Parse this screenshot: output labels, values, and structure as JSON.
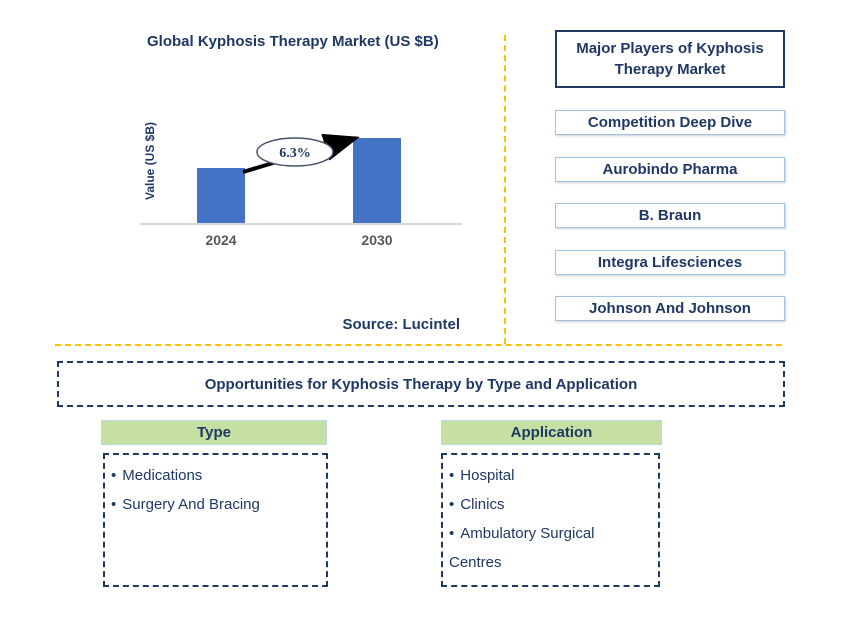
{
  "chart": {
    "title": "Global Kyphosis Therapy Market (US $B)",
    "y_axis_label": "Value (US $B)",
    "growth_label": "6.3%",
    "source": "Source: Lucintel"
  },
  "chart_data": {
    "type": "bar",
    "title": "Global Kyphosis Therapy Market (US $B)",
    "categories": [
      "2024",
      "2030"
    ],
    "values": [
      0.65,
      1.0
    ],
    "xlabel": "",
    "ylabel": "Value (US $B)",
    "ylim": [
      0,
      1.45
    ],
    "grid": false,
    "bar_color": "#4472C4",
    "annotation": "6.3%",
    "annotation_note": "growth arrow from 2024 bar to 2030 bar",
    "note": "No numeric y-axis ticks shown; values are relative bar heights"
  },
  "players_panel": {
    "title": "Major Players of Kyphosis Therapy Market",
    "items": [
      "Competition Deep Dive",
      "Aurobindo Pharma",
      "B. Braun",
      "Integra Lifesciences",
      "Johnson And Johnson"
    ]
  },
  "opportunities": {
    "title": "Opportunities for Kyphosis Therapy by Type and Application",
    "bullet_glyph": "•",
    "columns": [
      {
        "header": "Type",
        "items": [
          "Medications",
          "Surgery And Bracing"
        ]
      },
      {
        "header": "Application",
        "items": [
          "Hospital",
          "Clinics",
          "Ambulatory Surgical Centres"
        ]
      }
    ]
  },
  "colors": {
    "navy_text": "#1F3864",
    "bar_blue": "#4472C4",
    "divider_gold": "#FFC000",
    "player_box_border": "#9DC3E6",
    "header_green": "#C6E0A4",
    "axis_gray": "#D9D9D9",
    "tick_label_gray": "#595959"
  }
}
